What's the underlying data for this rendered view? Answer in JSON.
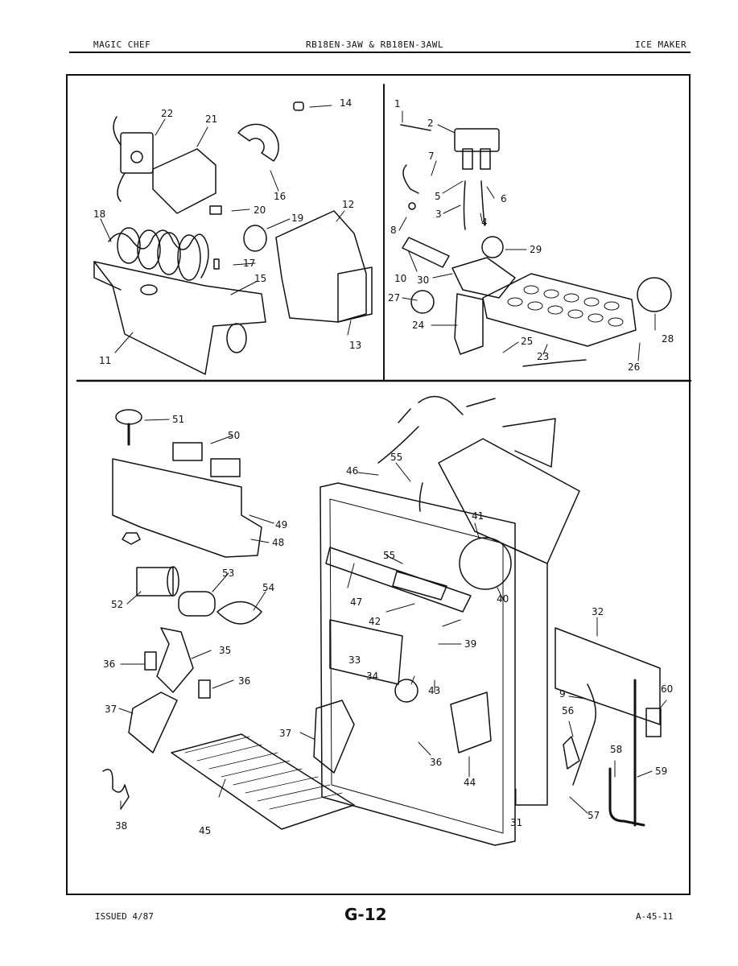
{
  "header": {
    "left": "MAGIC CHEF",
    "center": "RB18EN-3AW & RB18EN-3AWL",
    "right": "ICE MAKER"
  },
  "footer": {
    "issued": "ISSUED 4/87",
    "page": "G-12",
    "code": "A-45-11"
  },
  "callouts": {
    "c1": "1",
    "c2": "2",
    "c3": "3",
    "c4": "4",
    "c5": "5",
    "c6": "6",
    "c7": "7",
    "c8": "8",
    "c9": "9",
    "c10": "10",
    "c11": "11",
    "c12": "12",
    "c13": "13",
    "c14": "14",
    "c15": "15",
    "c16": "16",
    "c17": "17",
    "c18": "18",
    "c19": "19",
    "c20": "20",
    "c21": "21",
    "c22": "22",
    "c23": "23",
    "c24": "24",
    "c25": "25",
    "c26": "26",
    "c27": "27",
    "c28": "28",
    "c29": "29",
    "c30": "30",
    "c31": "31",
    "c32": "32",
    "c33": "33",
    "c34": "34",
    "c35": "35",
    "c36": "36",
    "c37": "37",
    "c38": "38",
    "c39": "39",
    "c40": "40",
    "c41": "41",
    "c42": "42",
    "c43": "43",
    "c44": "44",
    "c45": "45",
    "c46": "46",
    "c47": "47",
    "c48": "48",
    "c49": "49",
    "c50": "50",
    "c51": "51",
    "c52": "52",
    "c53": "53",
    "c54": "54",
    "c55": "55",
    "c56": "56",
    "c57": "57",
    "c58": "58",
    "c59": "59",
    "c60": "60"
  }
}
